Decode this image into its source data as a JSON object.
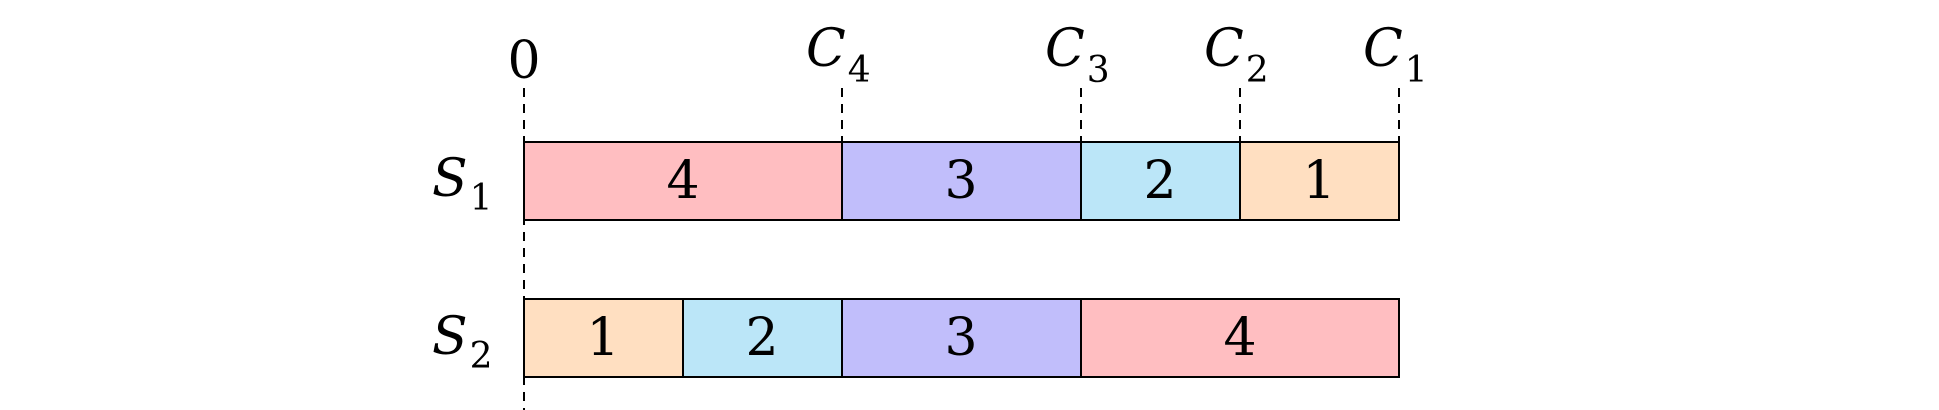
{
  "colors": {
    "job_1": "#ffdfc1",
    "job_2": "#bbe6f8",
    "job_3": "#c1befb",
    "job_4": "#ffbec1"
  },
  "markers": [
    {
      "label": "0",
      "sub": ""
    },
    {
      "label": "C",
      "sub": "4"
    },
    {
      "label": "C",
      "sub": "3"
    },
    {
      "label": "C",
      "sub": "2"
    },
    {
      "label": "C",
      "sub": "1"
    }
  ],
  "schedules": [
    {
      "name": "S",
      "sub": "1",
      "blocks": [
        {
          "label": "4",
          "job": "job_4"
        },
        {
          "label": "3",
          "job": "job_3"
        },
        {
          "label": "2",
          "job": "job_2"
        },
        {
          "label": "1",
          "job": "job_1"
        }
      ]
    },
    {
      "name": "S",
      "sub": "2",
      "blocks": [
        {
          "label": "1",
          "job": "job_1"
        },
        {
          "label": "2",
          "job": "job_2"
        },
        {
          "label": "3",
          "job": "job_3"
        },
        {
          "label": "4",
          "job": "job_4"
        }
      ]
    }
  ]
}
